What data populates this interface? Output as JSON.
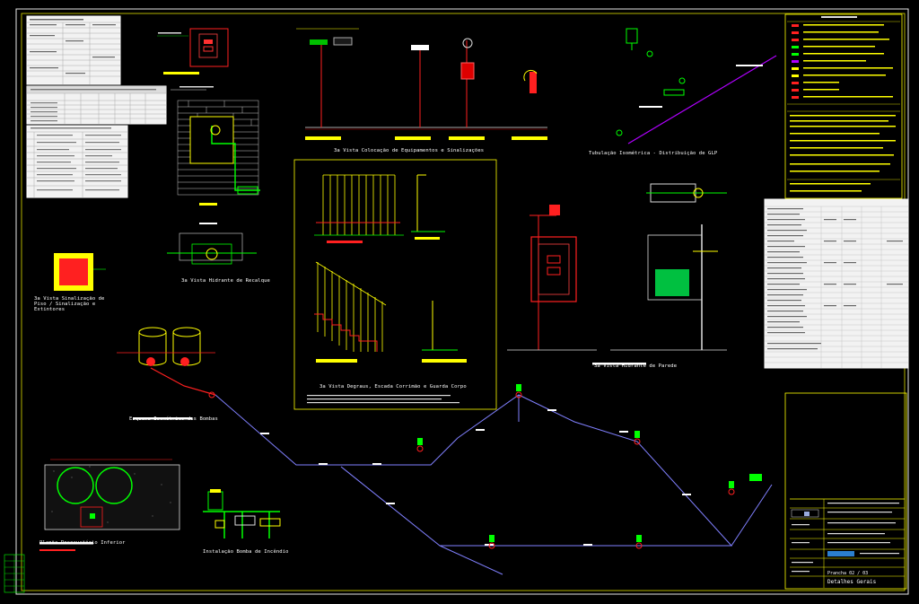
{
  "drawing": {
    "titles": {
      "equipamentos": "3a Vista Colocação de Equipamentos e Sinalizações",
      "glp_line": "Tubulação Isométrica - Distribuição de GLP",
      "hidrante_recalque": "3a Vista Hidrante de Recalque",
      "sinalizacao_piso": "3a Vista Sinalização de Piso / Sinalização e Extintores",
      "guarda_corpo": "3a Vista Degraus, Escada Corrimão e Guarda Corpo",
      "hidrante_parede": "3a Vista Hidrante de Parede",
      "isometrico_tanques": "Esquema Isométrico das Bombas",
      "planta_reservatorio": "Planta Reservatório Inferior",
      "bomba_incendio": "Instalação Bomba de Incêndio"
    },
    "title_block": {
      "sheet_title": "Detalhes Gerais",
      "revision": "Prancha 02 / 03"
    }
  }
}
